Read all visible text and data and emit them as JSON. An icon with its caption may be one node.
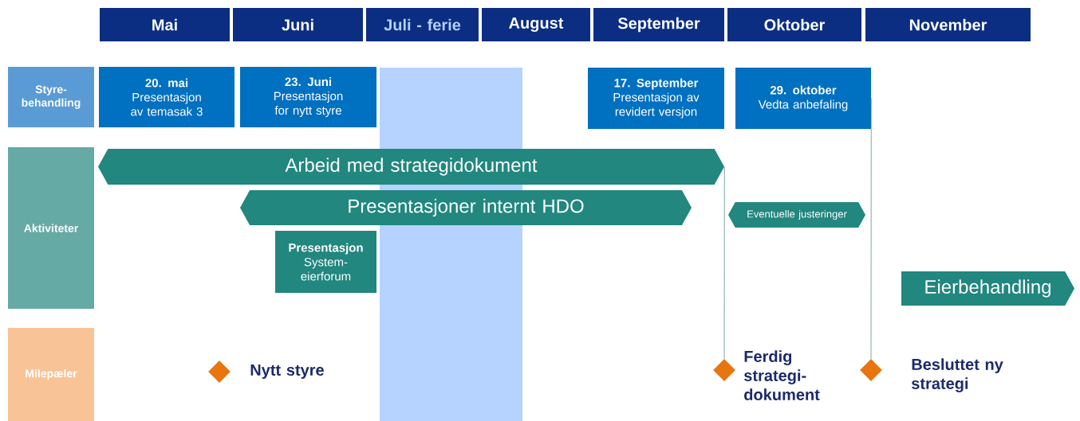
{
  "diagram": {
    "nodes": [
      {
        "text": [
          "Mai"
        ]
      },
      {
        "text": [
          "Juni"
        ]
      },
      {
        "text": [
          "Juli - ferie"
        ]
      },
      {
        "text": [
          "August"
        ]
      },
      {
        "text": [
          "September"
        ]
      },
      {
        "text": [
          "Oktober"
        ]
      },
      {
        "text": [
          "November"
        ]
      },
      {
        "text": [
          "Styre-behandling"
        ]
      },
      {
        "text": [
          "20. mai",
          "Presentasjon av temasak 3"
        ]
      },
      {
        "text": [
          "23. Juni",
          "Presentasjon for nytt styre"
        ]
      },
      {
        "text": [
          "17. September",
          "Presentasjon av revidert versjon"
        ]
      },
      {
        "text": [
          "29. oktober",
          "Vedta anbefaling"
        ]
      },
      {
        "text": [
          "Aktiviteter"
        ]
      },
      {
        "text": [
          "Arbeid med strategidokument"
        ]
      },
      {
        "text": [
          "Presentasjoner internt HDO"
        ]
      },
      {
        "text": [
          "Presentasjon",
          "System-eierforum"
        ]
      },
      {
        "text": [
          "Eventuelle justeringer"
        ]
      },
      {
        "text": [
          "Eierbehandling"
        ]
      },
      {
        "text": [
          "Milepæler"
        ]
      },
      {
        "text": [],
        "shape": "diamond",
        "beside": [
          "Nytt styre"
        ]
      },
      {
        "text": [],
        "shape": "diamond",
        "beside": [
          "Ferdig strategi-dokument"
        ]
      },
      {
        "text": [],
        "shape": "diamond",
        "beside": [
          "Besluttet ny strategi"
        ]
      },
      {
        "text": [],
        "shape": "bar"
      }
    ],
    "edges": [
      {
        "from": 13,
        "to": 20,
        "arrow": "none"
      },
      {
        "from": 11,
        "to": 21,
        "arrow": "none"
      }
    ]
  }
}
